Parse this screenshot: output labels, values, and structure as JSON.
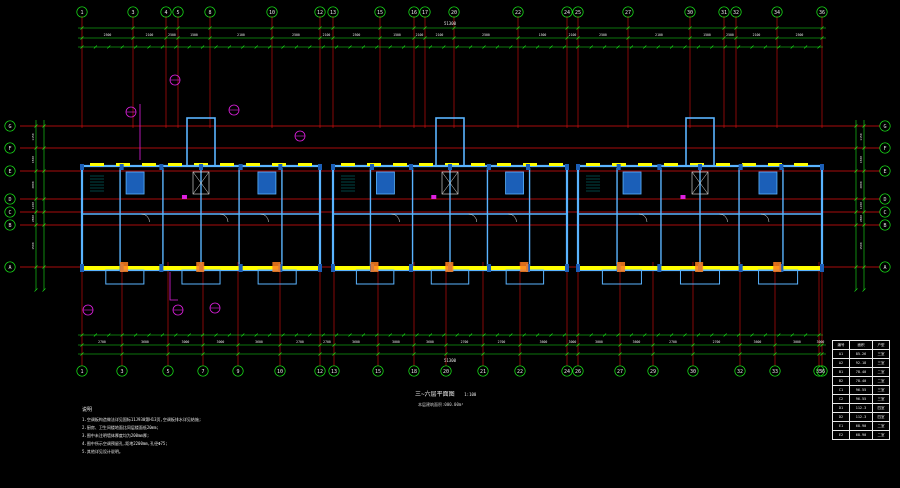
{
  "drawing": {
    "title": "三~六层平面图",
    "scale": "1:100",
    "subtitle": "本层建筑面积:000.00m²",
    "colors": {
      "background": "#000000",
      "grid_axis": "#e01010",
      "dimension": "#19e619",
      "wall": "#5ab4ff",
      "fill_wall": "#1b5fb8",
      "window": "#ffff00",
      "tag": "#e020e0",
      "text": "#e8e8e8",
      "orange": "#ff8020",
      "cyan": "#00e0e0"
    },
    "top_axes": [
      "1",
      "3",
      "4",
      "5",
      "8",
      "10",
      "12",
      "13",
      "15",
      "16",
      "17",
      "20",
      "22",
      "24",
      "25",
      "27",
      "30",
      "31",
      "32",
      "34",
      "36"
    ],
    "bottom_axes": [
      "1",
      "3",
      "5",
      "7",
      "9",
      "10",
      "12",
      "13",
      "15",
      "18",
      "20",
      "21",
      "22",
      "24",
      "26",
      "27",
      "29",
      "30",
      "32",
      "33",
      "35",
      "36"
    ],
    "left_axes": [
      "G",
      "F",
      "E",
      "D",
      "C",
      "B",
      "A"
    ],
    "right_axes": [
      "G",
      "F",
      "E",
      "D",
      "C",
      "B",
      "A"
    ],
    "top_dim_total": "51300",
    "bottom_dim_total": "51300",
    "top_dims_row1": [
      "2500",
      "2100",
      "2500",
      "1500",
      "2100",
      "2500",
      "2100",
      "2500",
      "1500",
      "2100",
      "2100",
      "2500",
      "1500",
      "2100",
      "2500",
      "2100",
      "1500",
      "2500",
      "2100",
      "2500"
    ],
    "bottom_dims_row1": [
      "2700",
      "3600",
      "3000",
      "3000",
      "3600",
      "2700",
      "2700",
      "3600",
      "3000",
      "3600",
      "2700",
      "2700",
      "3600",
      "3000",
      "3000",
      "3600",
      "2700"
    ],
    "left_dims": [
      "1150",
      "1500",
      "2800",
      "1200",
      "2800",
      "1500"
    ],
    "notes": {
      "heading": "说明",
      "items": [
        "1.空调板构造做法详见国标11J930第H13页,空调板排水详见结施;",
        "2.厨房、卫生间楼地面比同层楼面低20mm;",
        "3.图中未注明墙体厚度均为200mm厚;",
        "4.图中所示空调预留孔,距地2200mm,孔径Φ75;",
        "5.其他详见设计说明。"
      ]
    },
    "table": {
      "headers": [
        "编号",
        "面积",
        "户型"
      ],
      "rows": [
        [
          "A1",
          "85.26",
          "三室"
        ],
        [
          "A2",
          "92.18",
          "三室"
        ],
        [
          "B1",
          "78.40",
          "二室"
        ],
        [
          "B2",
          "78.40",
          "二室"
        ],
        [
          "C1",
          "96.55",
          "三室"
        ],
        [
          "C2",
          "96.55",
          "三室"
        ],
        [
          "D1",
          "112.3",
          "四室"
        ],
        [
          "D2",
          "112.3",
          "四室"
        ],
        [
          "E1",
          "68.90",
          "二室"
        ],
        [
          "E2",
          "68.90",
          "二室"
        ]
      ]
    }
  }
}
